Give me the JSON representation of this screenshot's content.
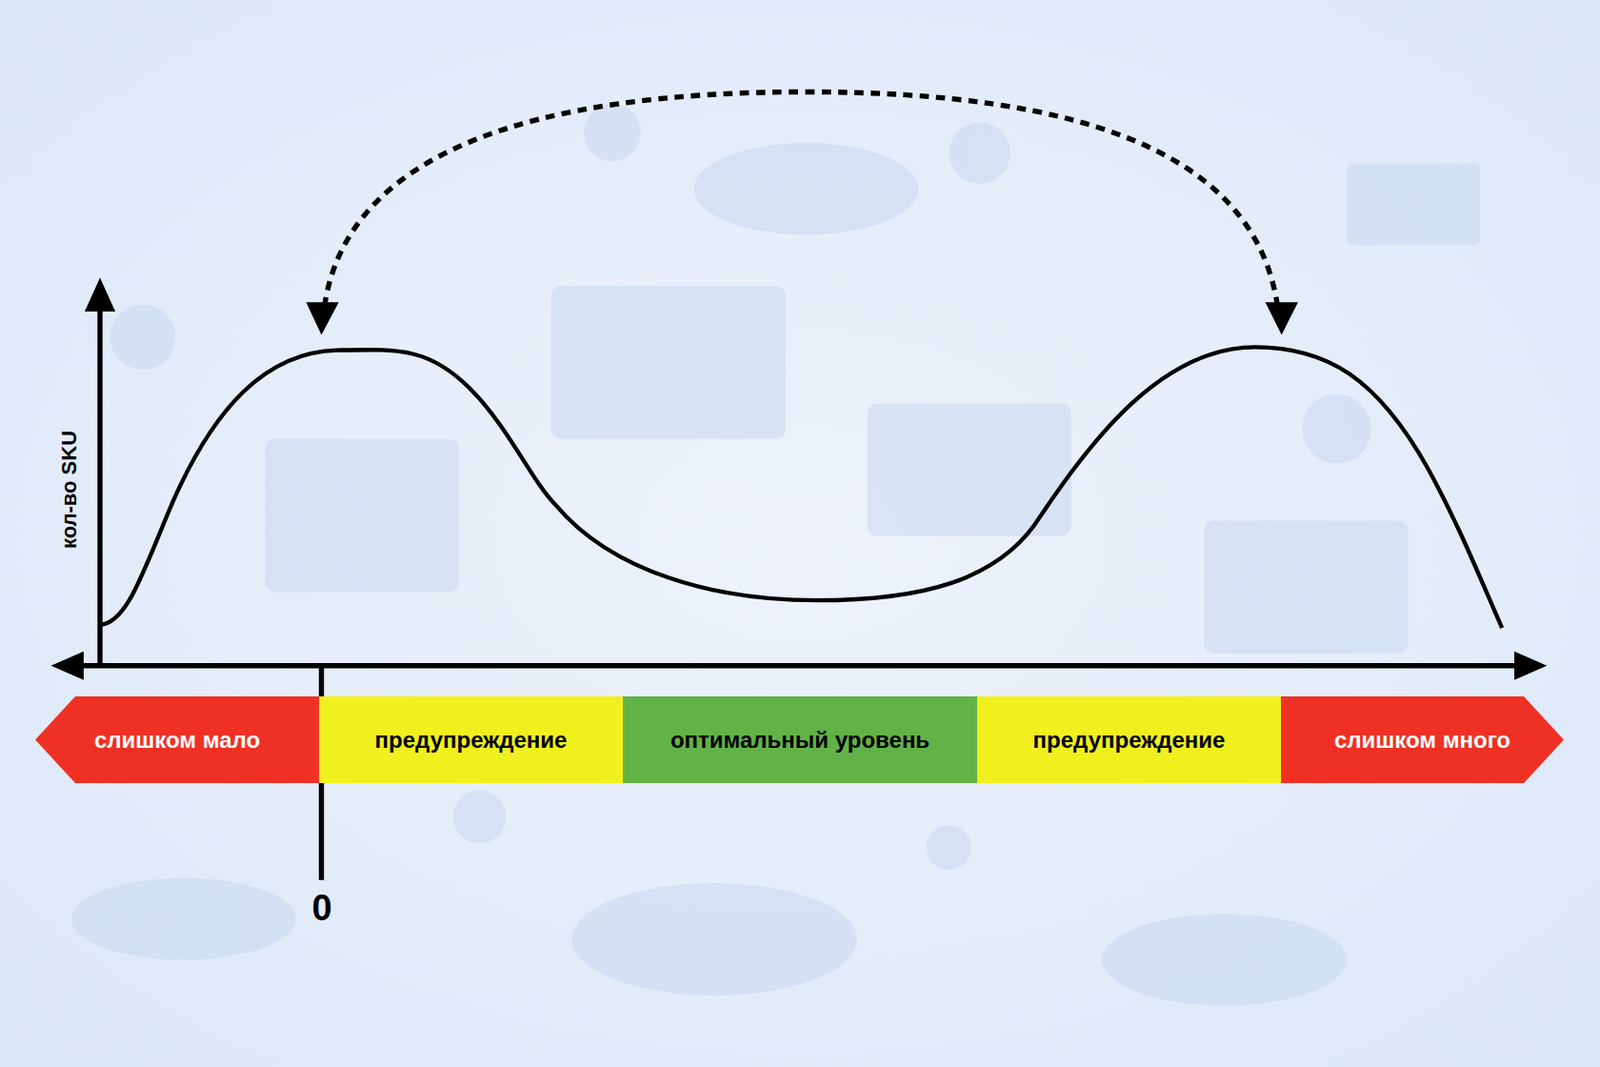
{
  "diagram": {
    "nodes": [
      {
        "text": [
          "слишком мало"
        ]
      },
      {
        "text": [
          "предупреждение"
        ]
      },
      {
        "text": [
          "оптимальный уровень"
        ]
      },
      {
        "text": [
          "предупреждение"
        ]
      },
      {
        "text": [
          "слишком много"
        ]
      }
    ],
    "labels": [
      "кол-во SKU",
      "0"
    ]
  }
}
